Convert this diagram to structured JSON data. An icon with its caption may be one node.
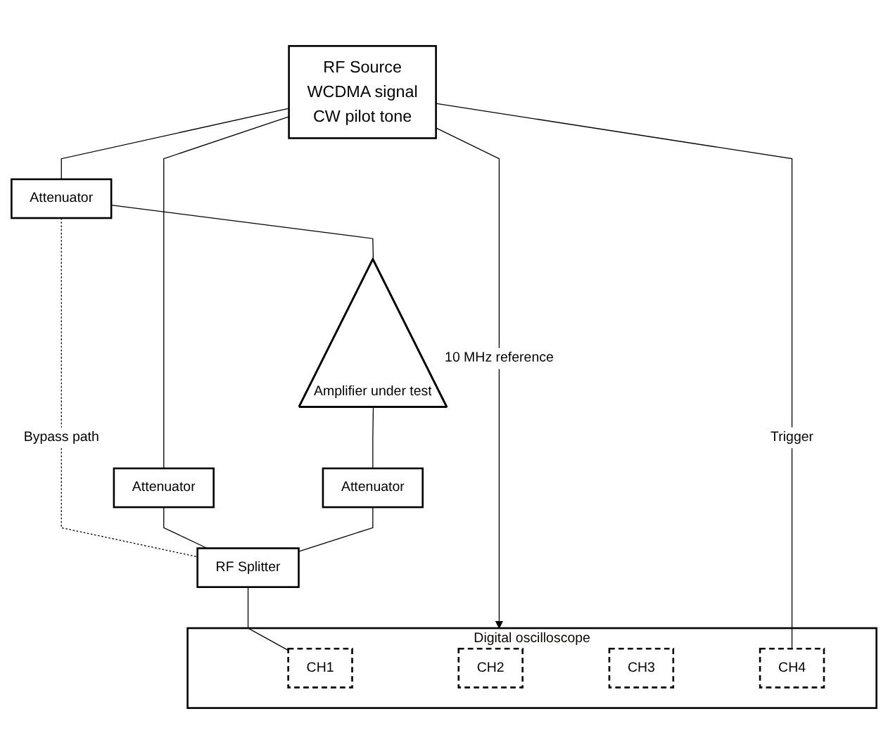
{
  "diagram": {
    "nodes": [
      {
        "text": [
          "RF Source",
          "WCDMA signal",
          "CW pilot tone"
        ]
      },
      {
        "text": [
          "Attenuator"
        ]
      },
      {
        "text": [
          "Attenuator"
        ]
      },
      {
        "text": [
          "RF Splitter"
        ]
      },
      {
        "text": [
          "Amplifier under test"
        ]
      },
      {
        "text": [
          "Attenuator"
        ]
      },
      {
        "text": [
          "Digital oscilloscope"
        ]
      },
      {
        "text": [
          "CH1"
        ],
        "in": 6
      },
      {
        "text": [
          "CH2"
        ],
        "in": 6
      },
      {
        "text": [
          "CH3"
        ],
        "in": 6
      },
      {
        "text": [
          "CH4"
        ],
        "in": 6
      }
    ],
    "edges": [
      {
        "from": 0,
        "to": 1,
        "arrow": "none"
      },
      {
        "from": 0,
        "to": 2,
        "arrow": "none"
      },
      {
        "from": 0,
        "to": 6,
        "arrow": "to",
        "label": "10 MHz reference"
      },
      {
        "from": 1,
        "to": 4,
        "arrow": "none"
      },
      {
        "from": 1,
        "to": 3,
        "arrow": "none",
        "label": "Bypass path",
        "style": "dashed"
      },
      {
        "from": 2,
        "to": 3,
        "arrow": "none"
      },
      {
        "from": 4,
        "to": 5,
        "arrow": "none"
      },
      {
        "from": 5,
        "to": 3,
        "arrow": "none"
      },
      {
        "from": 3,
        "to": 7,
        "arrow": "none"
      },
      {
        "from": 0,
        "to": 10,
        "arrow": "none",
        "label": "Trigger"
      }
    ]
  }
}
